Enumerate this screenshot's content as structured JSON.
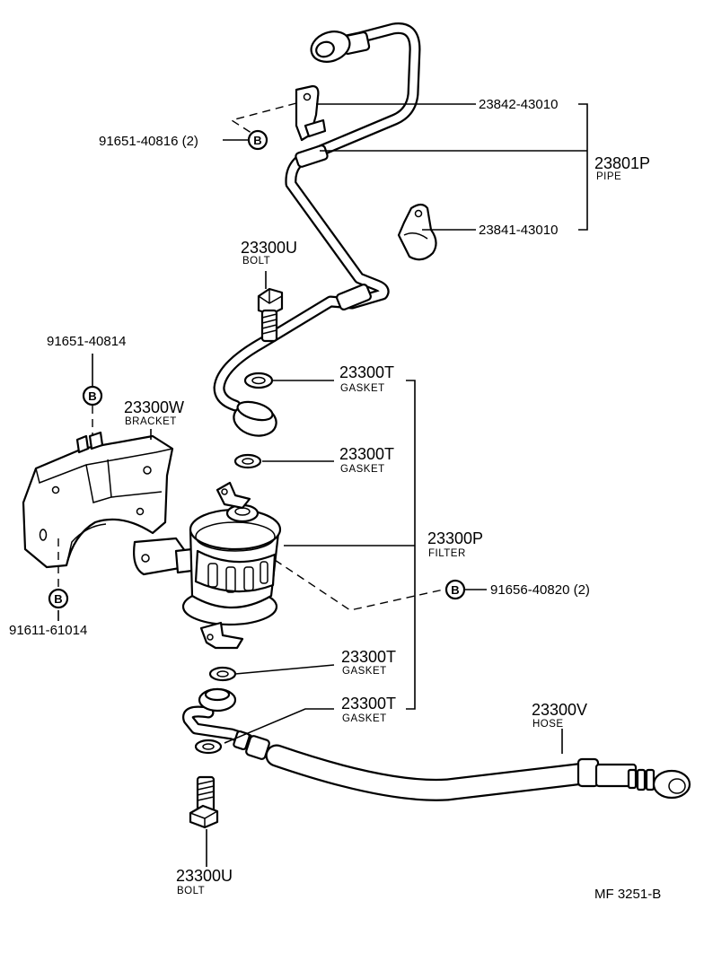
{
  "labels": {
    "bracket_bolt_top": "91651-40816 (2)",
    "pipe_clamp_1": "23842-43010",
    "pipe_clamp_2": "23841-43010",
    "pipe": {
      "number": "23801P",
      "name": "PIPE"
    },
    "bolt_top": {
      "number": "23300U",
      "name": "BOLT"
    },
    "gasket_1": {
      "number": "23300T",
      "name": "GASKET"
    },
    "gasket_2": {
      "number": "23300T",
      "name": "GASKET"
    },
    "gasket_3": {
      "number": "23300T",
      "name": "GASKET"
    },
    "gasket_4": {
      "number": "23300T",
      "name": "GASKET"
    },
    "bracket_bolt_left": "91651-40814",
    "bracket": {
      "number": "23300W",
      "name": "BRACKET"
    },
    "filter": {
      "number": "23300P",
      "name": "FILTER"
    },
    "filter_bolt": "91656-40820 (2)",
    "bracket_bolt_lower": "91611-61014",
    "hose": {
      "number": "23300V",
      "name": "HOSE"
    },
    "bolt_bottom": {
      "number": "23300U",
      "name": "BOLT"
    },
    "bolt_symbol": "B",
    "figure_ref": "MF  3251-B"
  }
}
